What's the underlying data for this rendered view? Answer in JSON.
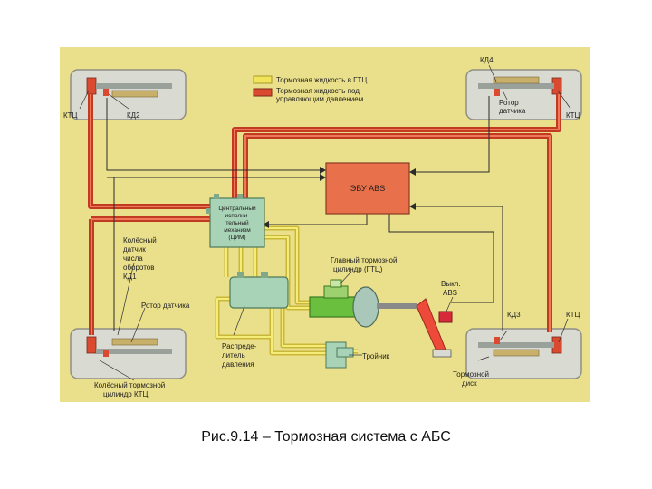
{
  "legend": {
    "yellow": "Тормозная жидкость в ГТЦ",
    "red_line1": "Тормозная жидкость под",
    "red_line2": "управляющим давлением"
  },
  "labels": {
    "ktc_fl": "КТЦ",
    "kd2": "КД2",
    "kd4": "КД4",
    "rotor_fr_1": "Ротор",
    "rotor_fr_2": "датчика",
    "ktc_fr": "КТЦ",
    "ecu": "ЭБУ ABS",
    "cim_1": "Центральный",
    "cim_2": "исполни-",
    "cim_3": "тельный",
    "cim_4": "механизм",
    "cim_5": "(ЦИМ)",
    "speed_1": "Колёсный",
    "speed_2": "датчик",
    "speed_3": "числа",
    "speed_4": "оборотов",
    "speed_5": "КД1",
    "rotor_rl": "Ротор датчика",
    "master_1": "Главный тормозной",
    "master_2": "цилиндр (ГТЦ)",
    "switch_1": "Выкл.",
    "switch_2": "ABS",
    "kd3": "КД3",
    "ktc_rr": "КТЦ",
    "dist_1": "Распреде-",
    "dist_2": "литель",
    "dist_3": "давления",
    "tee": "Тройник",
    "wheel_cyl_1": "Колёсный тормозной",
    "wheel_cyl_2": "цилиндр КТЦ",
    "disc_1": "Тормозной",
    "disc_2": "диск"
  },
  "caption": "Рис.9.14 – Тормозная система с АБС",
  "colors": {
    "background": "#eadf8a",
    "red_line": "#d94a30",
    "yellow_line": "#f1e45a",
    "ecu": "#e8704a",
    "module": "#a9d3b6",
    "master": "#6bbf3f",
    "switch": "#d62a3a"
  }
}
